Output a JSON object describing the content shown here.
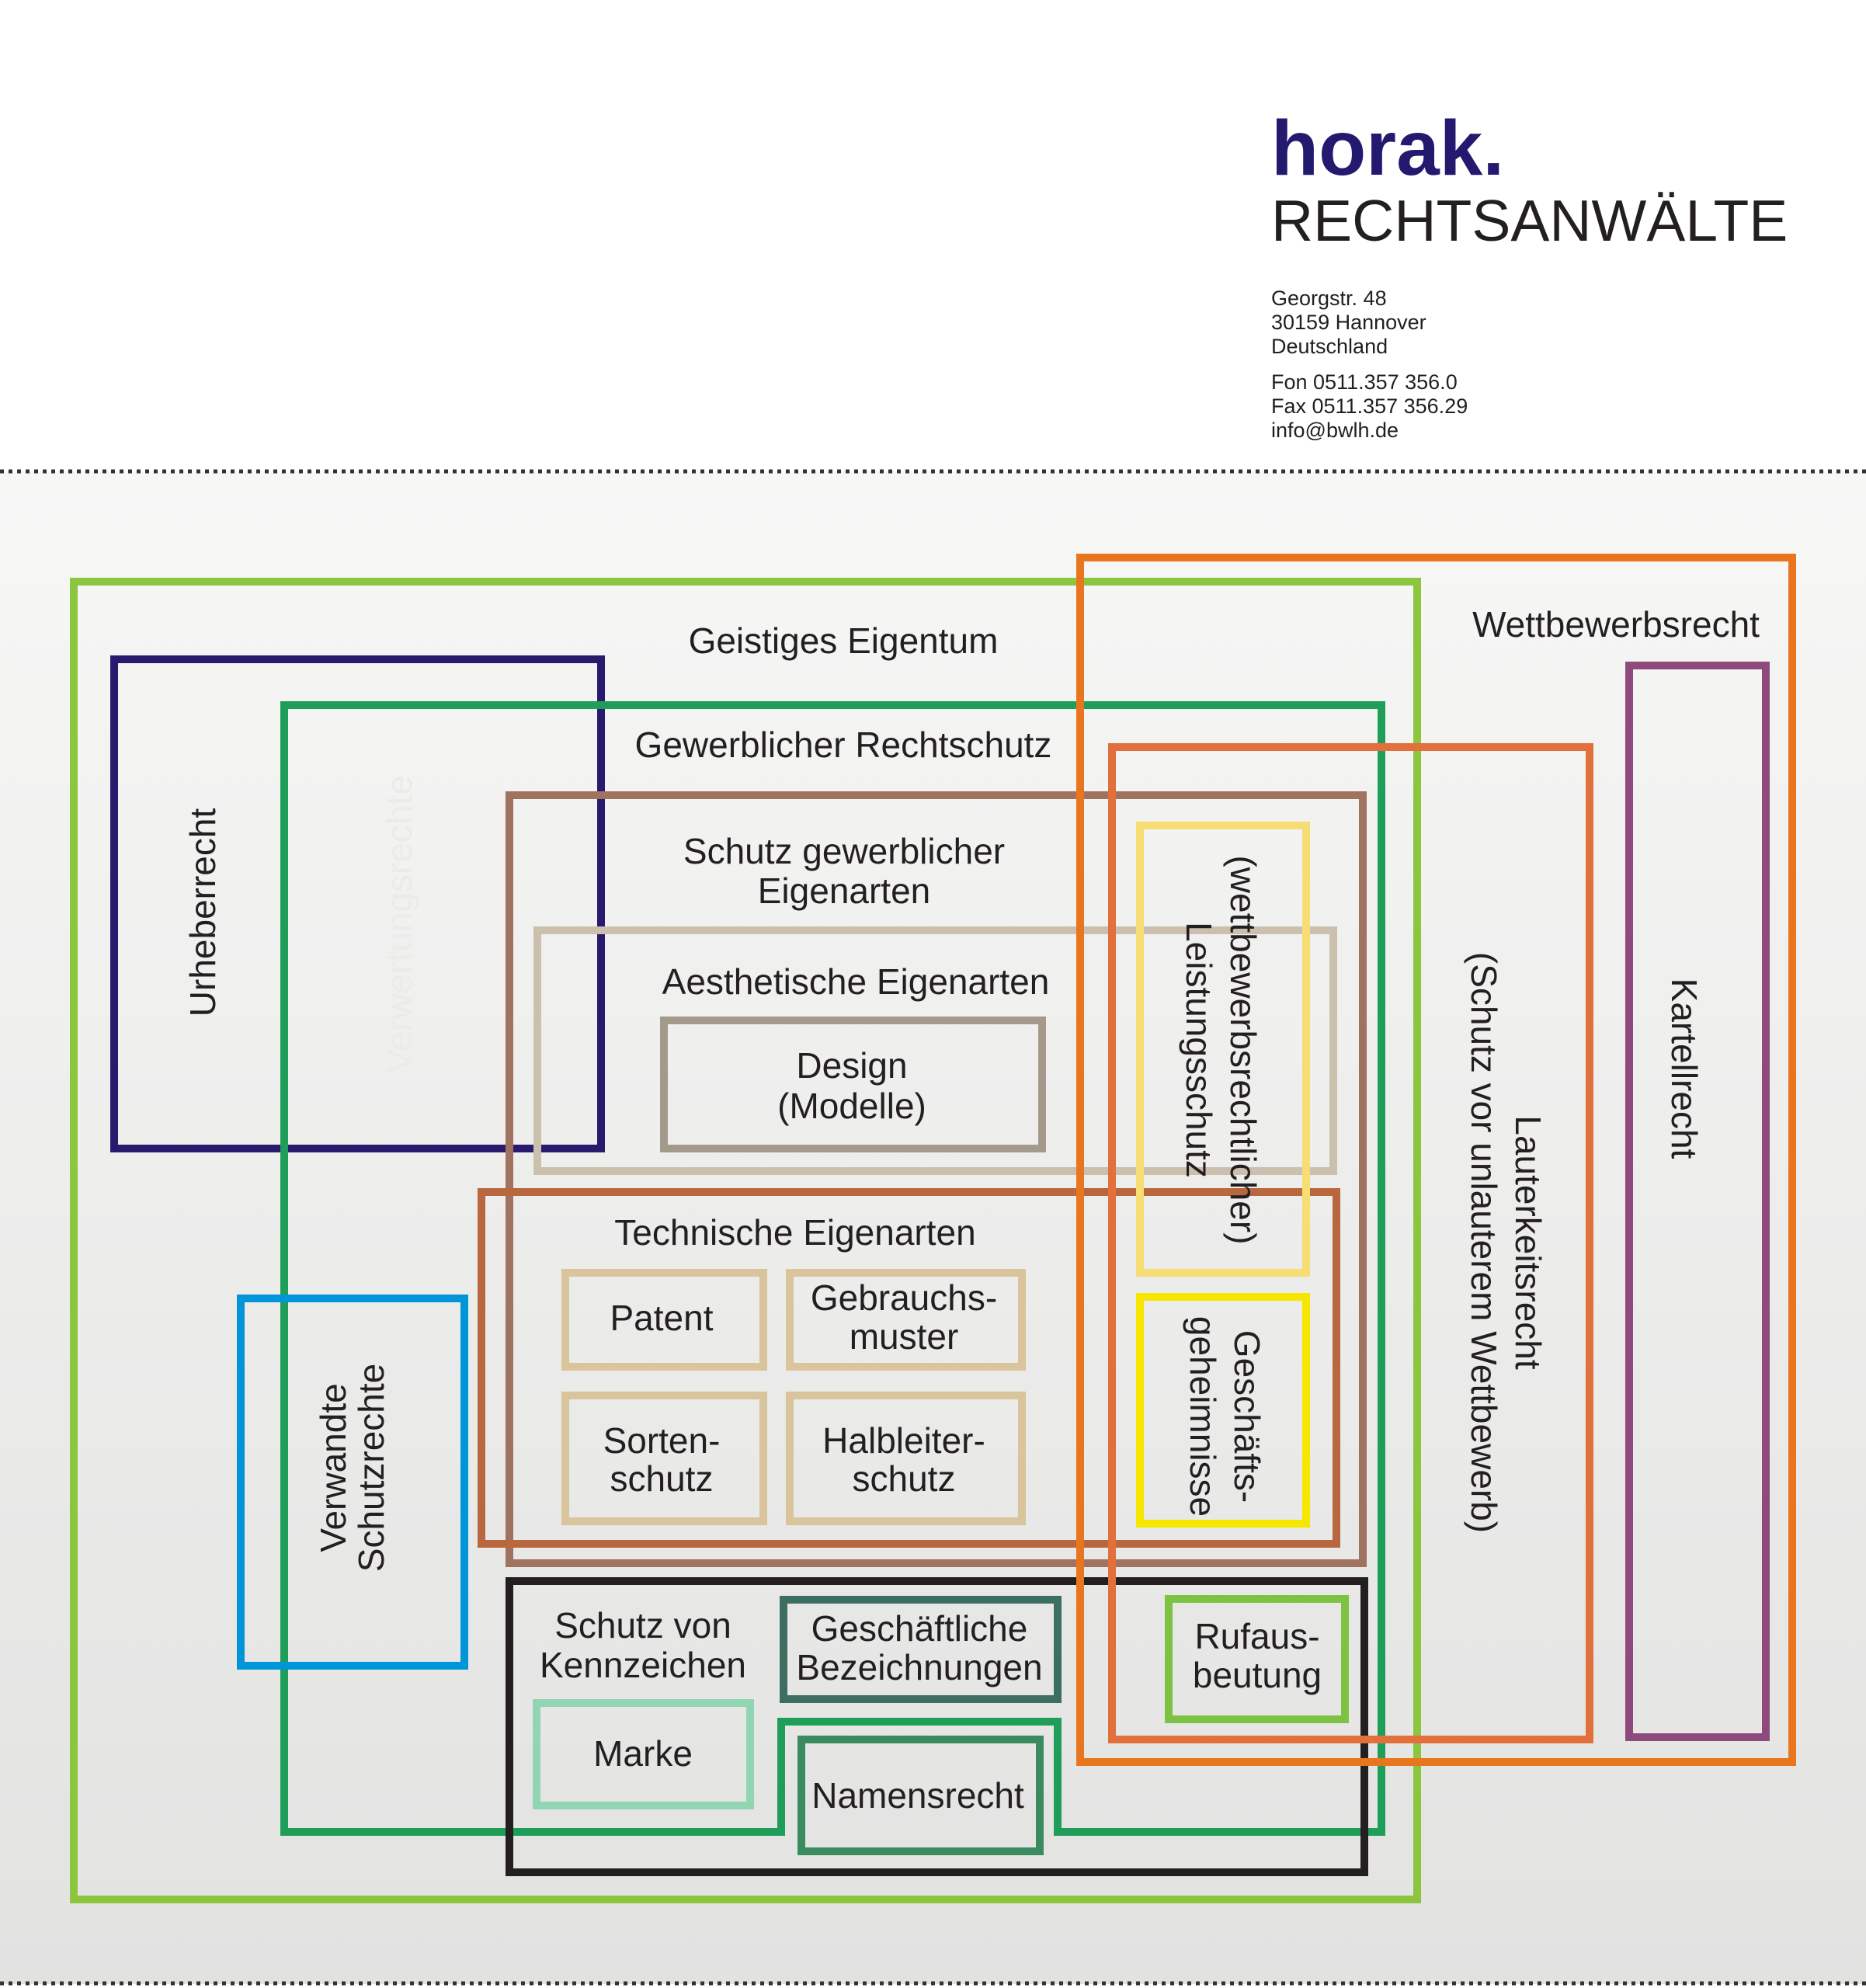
{
  "header": {
    "logo_name": "horak.",
    "logo_sub": "RECHTSANWÄLTE",
    "address": [
      "Georgstr. 48",
      "30159 Hannover",
      "Deutschland"
    ],
    "contact": [
      "Fon 0511.357 356.0",
      "Fax 0511.357 356.29",
      "info@bwlh.de"
    ]
  },
  "colors": {
    "brand": "#231a70",
    "geistiges": "#8cc63f",
    "wettbewerb": "#e8761f",
    "urheber": "#2a1a6e",
    "gewerblich": "#1e9e58",
    "eigenarten": "#a07260",
    "aesthetisch": "#cbbfae",
    "design": "#a39a8b",
    "technisch": "#b8673e",
    "tech_items": "#d9c49c",
    "leistung": "#f6dd74",
    "geheimnis": "#f7e600",
    "lauterkeit": "#e2703c",
    "kartell": "#8f4a7d",
    "verwandt": "#0095d9",
    "kennzeichen": "#231f20",
    "bezeichnung": "#3d6e62",
    "marke": "#92d5b2",
    "namen": "#3b8b61",
    "ruf": "#7dc242"
  },
  "diagram": {
    "geistiges_eigentum": "Geistiges Eigentum",
    "wettbewerbsrecht": "Wettbewerbsrecht",
    "urheberrecht": "Urheberrecht",
    "verwertungsrechte": "Verwertungsrechte",
    "gewerblicher_rechtschutz": "Gewerblicher Rechtschutz",
    "schutz_eigenarten": [
      "Schutz gewerblicher",
      "Eigenarten"
    ],
    "aesthetische": "Aesthetische Eigenarten",
    "design": [
      "Design",
      "(Modelle)"
    ],
    "technische": "Technische Eigenarten",
    "patent": "Patent",
    "gebrauchsmuster": [
      "Gebrauchs-",
      "muster"
    ],
    "sortenschutz": [
      "Sorten-",
      "schutz"
    ],
    "halbleiterschutz": [
      "Halbleiter-",
      "schutz"
    ],
    "leistungsschutz": [
      "(wettbewerbsrechtlicher)",
      "Leistungsschutz"
    ],
    "geschaeftsgeheimnisse": [
      "Geschäfts-",
      "geheimnisse"
    ],
    "lauterkeitsrecht": [
      "Lauterkeitsrecht",
      "(Schutz vor unlauterem Wettbewerb)"
    ],
    "kartellrecht": "Kartellrecht",
    "verwandte_schutzrechte": [
      "Verwandte",
      "Schutzrechte"
    ],
    "kennzeichen": [
      "Schutz von",
      "Kennzeichen"
    ],
    "bezeichnungen": [
      "Geschäftliche",
      "Bezeichnungen"
    ],
    "marke": "Marke",
    "namensrecht": "Namensrecht",
    "rufausbeutung": [
      "Rufaus-",
      "beutung"
    ]
  }
}
